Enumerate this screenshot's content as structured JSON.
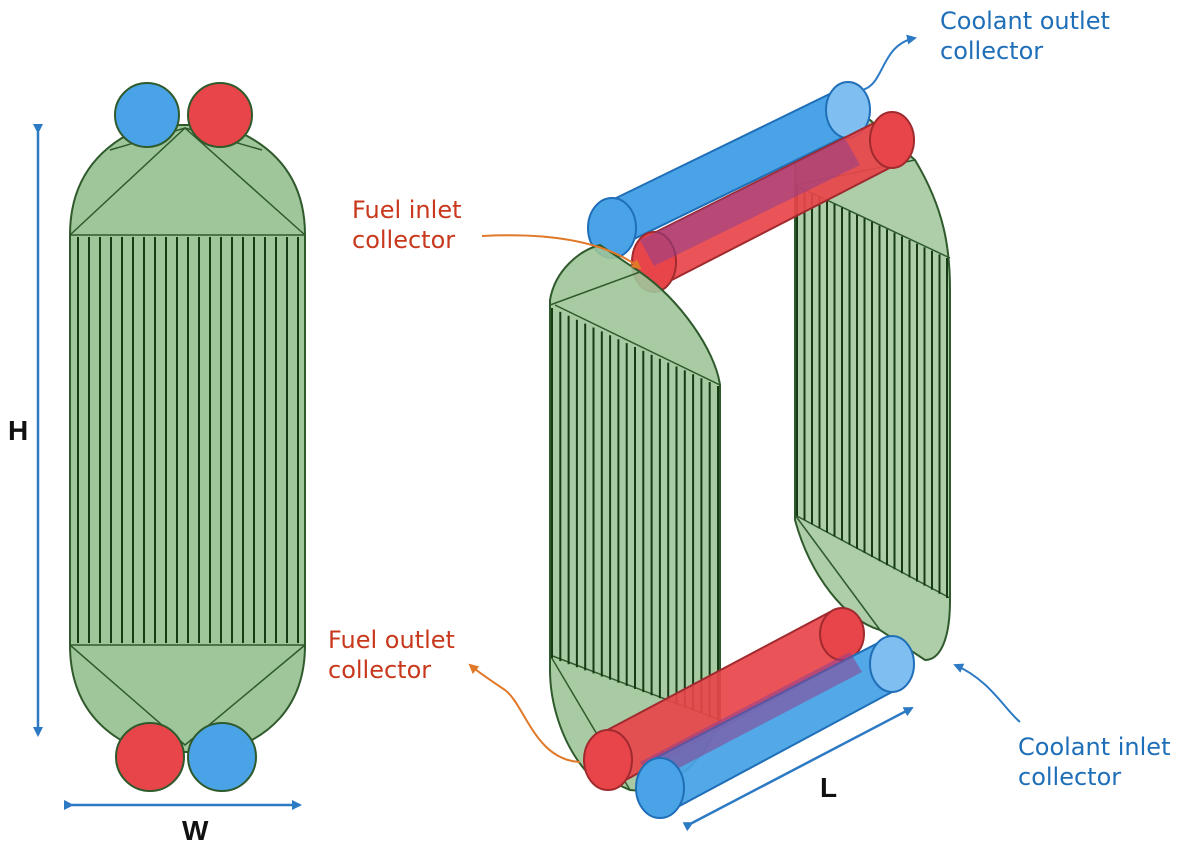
{
  "labels": {
    "dimension_h": "H",
    "dimension_w": "W",
    "dimension_l": "L",
    "fuel_inlet": [
      "Fuel inlet",
      "collector"
    ],
    "fuel_outlet": [
      "Fuel outlet",
      "collector"
    ],
    "coolant_outlet": [
      "Coolant outlet",
      "collector"
    ],
    "coolant_inlet": [
      "Coolant inlet",
      "collector"
    ]
  },
  "colors": {
    "channel_fill": "#9fc59a",
    "channel_stroke": "#2f5a2c",
    "channel_lines": "#163a14",
    "fuel_red": "#e8454a",
    "coolant_blue": "#4aa3e6",
    "dimension_arrow": "#2c79c4",
    "fuel_label": "#c8381c",
    "coolant_label": "#1f6fb8"
  }
}
